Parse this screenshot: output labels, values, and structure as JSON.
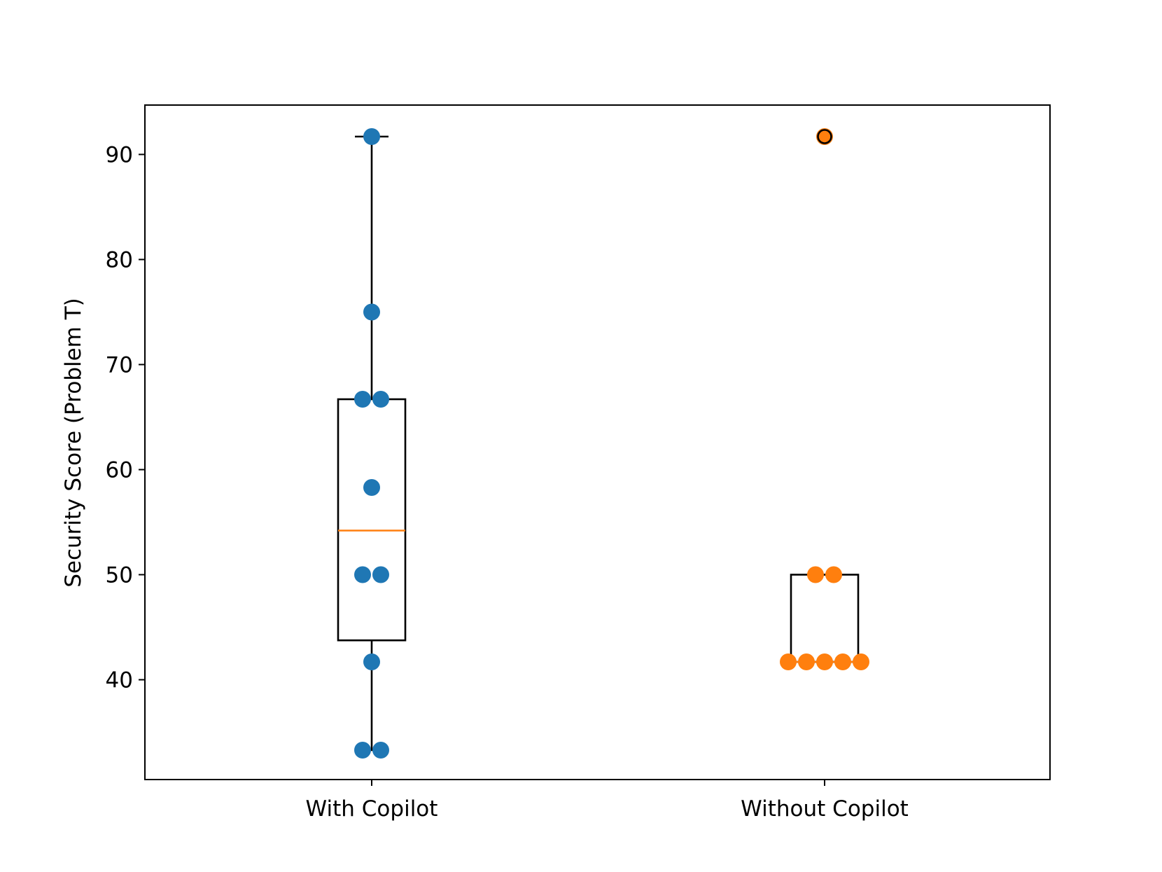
{
  "chart_data": {
    "type": "box",
    "title": "",
    "xlabel": "",
    "ylabel": "Security Score (Problem T)",
    "ylim": [
      30.5,
      94.7
    ],
    "yticks": [
      40,
      50,
      60,
      70,
      80,
      90
    ],
    "grid": false,
    "categories": [
      "With Copilot",
      "Without Copilot"
    ],
    "colors": {
      "with": "#1f77b4",
      "without": "#ff7f0e",
      "median": "#ff7f0e",
      "box": "#000000"
    },
    "groups": [
      {
        "category": "With Copilot",
        "color": "#1f77b4",
        "box": {
          "whisker_low": 33.3,
          "q1": 43.75,
          "median": 54.2,
          "q3": 66.7,
          "whisker_high": 91.7
        },
        "outliers": [],
        "points": [
          {
            "y": 91.7,
            "offset": 0
          },
          {
            "y": 75.0,
            "offset": 0
          },
          {
            "y": 66.7,
            "offset": -1
          },
          {
            "y": 66.7,
            "offset": 1
          },
          {
            "y": 58.3,
            "offset": 0
          },
          {
            "y": 50.0,
            "offset": -1
          },
          {
            "y": 50.0,
            "offset": 1
          },
          {
            "y": 41.7,
            "offset": 0
          },
          {
            "y": 33.3,
            "offset": -1
          },
          {
            "y": 33.3,
            "offset": 1
          }
        ]
      },
      {
        "category": "Without Copilot",
        "color": "#ff7f0e",
        "box": {
          "whisker_low": 41.7,
          "q1": 41.7,
          "median": 41.7,
          "q3": 50.0,
          "whisker_high": 50.0
        },
        "outliers": [
          91.7
        ],
        "points": [
          {
            "y": 91.7,
            "offset": 0
          },
          {
            "y": 50.0,
            "offset": -1
          },
          {
            "y": 50.0,
            "offset": 1
          },
          {
            "y": 41.7,
            "offset": -4
          },
          {
            "y": 41.7,
            "offset": -2
          },
          {
            "y": 41.7,
            "offset": 0
          },
          {
            "y": 41.7,
            "offset": 2
          },
          {
            "y": 41.7,
            "offset": 4
          }
        ]
      }
    ]
  }
}
